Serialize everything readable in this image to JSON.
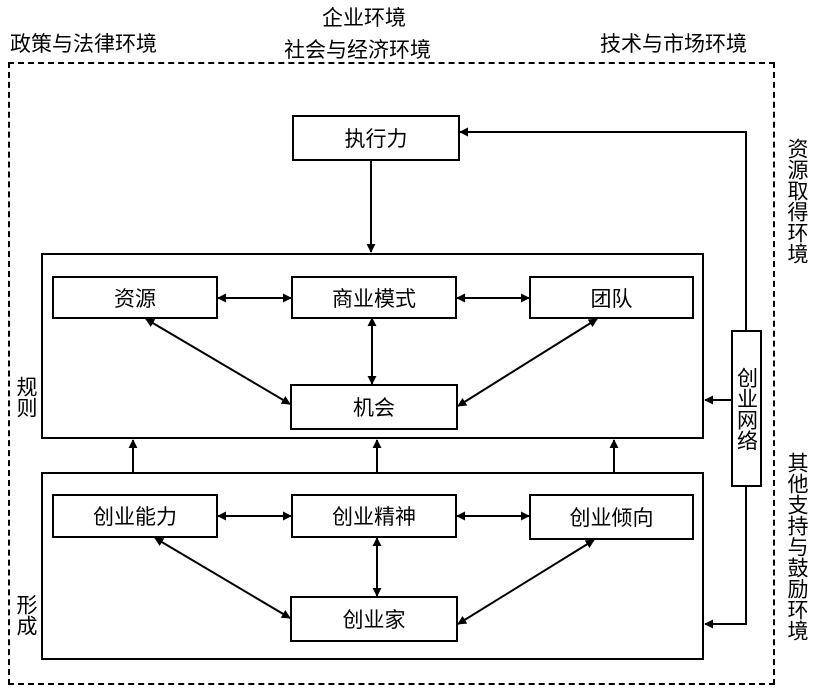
{
  "environment": {
    "policy_law": "政策与法律环境",
    "enterprise": "企业环境",
    "social_economic": "社会与经济环境",
    "tech_market": "技术与市场环境",
    "resource_access": "资源取得环境",
    "other_support": "其他支持与鼓励环境"
  },
  "rules_section": {
    "label": "规则",
    "nodes": {
      "execution": "执行力",
      "resources": "资源",
      "business_model": "商业模式",
      "team": "团队",
      "opportunity": "机会"
    }
  },
  "formation_section": {
    "label": "形成",
    "nodes": {
      "ability": "创业能力",
      "spirit": "创业精神",
      "tendency": "创业倾向",
      "entrepreneur": "创业家"
    }
  },
  "network": {
    "label": "创业网络"
  }
}
